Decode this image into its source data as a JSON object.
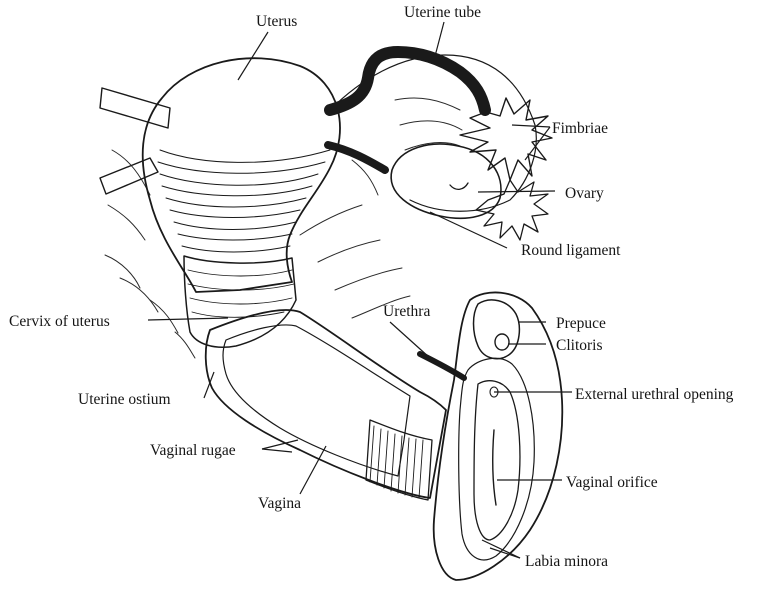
{
  "labels": {
    "uterus": "Uterus",
    "uterine_tube": "Uterine tube",
    "fimbriae": "Fimbriae",
    "ovary": "Ovary",
    "round_ligament": "Round ligament",
    "cervix": "Cervix of uterus",
    "urethra": "Urethra",
    "prepuce": "Prepuce",
    "clitoris": "Clitoris",
    "uterine_ostium": "Uterine ostium",
    "external_urethral_opening": "External urethral opening",
    "vaginal_rugae": "Vaginal rugae",
    "vaginal_orifice": "Vaginal orifice",
    "vagina": "Vagina",
    "labia_minora": "Labia minora"
  }
}
